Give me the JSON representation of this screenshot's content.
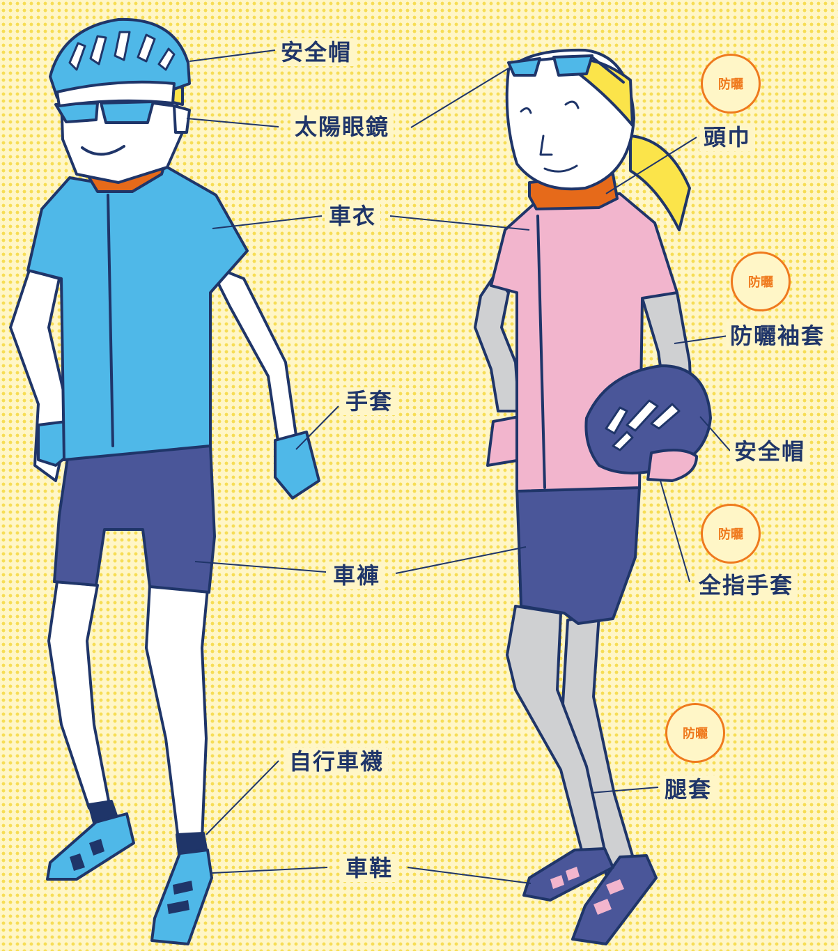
{
  "labels": {
    "male_helmet": "安全帽",
    "sunglasses": "太陽眼鏡",
    "jersey": "車衣",
    "gloves": "手套",
    "shorts": "車褲",
    "socks": "自行車襪",
    "shoes": "車鞋",
    "headscarf": "頭巾",
    "arm_sleeves": "防曬袖套",
    "female_helmet": "安全帽",
    "full_gloves": "全指手套",
    "leg_covers": "腿套"
  },
  "badge_text": "防曬",
  "colors": {
    "background": "#fff6c7",
    "dots": "#f6dd55",
    "outline": "#1f3569",
    "male_top": "#4fb8e8",
    "male_shorts": "#4a5699",
    "female_top": "#f2b5cd",
    "sleeve_gray": "#cfd0d2",
    "scarf_orange": "#e66a1a",
    "badge_orange": "#ef7a1e",
    "hair_yellow": "#fbe44a"
  },
  "icons": [
    "male-helmet",
    "sunglasses",
    "female-helmet",
    "bike-shoe"
  ]
}
